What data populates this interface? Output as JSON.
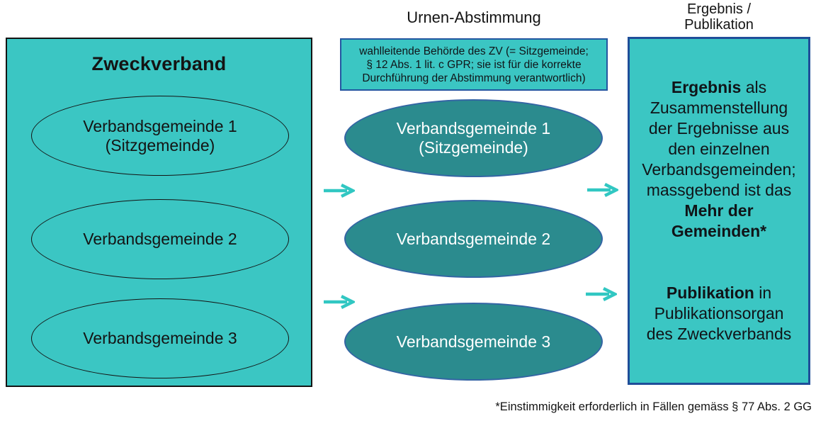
{
  "colors": {
    "light_teal": "#3bc6c3",
    "dark_teal": "#2b8b8e",
    "black_border": "#141414",
    "box_border_blue": "#1f4e99",
    "ellipse_border_blue": "#3465a4",
    "arrow_teal": "#31c7c2",
    "white_text": "#ffffff"
  },
  "left_panel": {
    "title": "Zweckverband",
    "ellipses": [
      "Verbandsgemeinde 1\n(Sitzgemeinde)",
      "Verbandsgemeinde 2",
      "Verbandsgemeinde 3"
    ]
  },
  "middle": {
    "heading": "Urnen-Abstimmung",
    "info_box": "wahlleitende Behörde des ZV (= Sitzgemeinde;\n§ 12 Abs. 1 lit. c GPR; sie ist für die korrekte\nDurchführung der Abstimmung verantwortlich)",
    "ellipses": [
      "Verbandsgemeinde 1\n(Sitzgemeinde)",
      "Verbandsgemeinde 2",
      "Verbandsgemeinde 3"
    ]
  },
  "right_panel": {
    "heading": "Ergebnis /\nPublikation",
    "result_bold": "Ergebnis",
    "result_rest": " als\nZusammenstellung\nder Ergebnisse aus\nden einzelnen\nVerbandsgemeinden;\nmassgebend ist das\n",
    "result_emphasis": "Mehr der\nGemeinden*",
    "publication_bold": "Publikation",
    "publication_rest": " in\nPublikationsorgan\ndes Zweckverbands"
  },
  "footnote": "*Einstimmigkeit erforderlich in Fällen gemäss § 77 Abs. 2 GG"
}
